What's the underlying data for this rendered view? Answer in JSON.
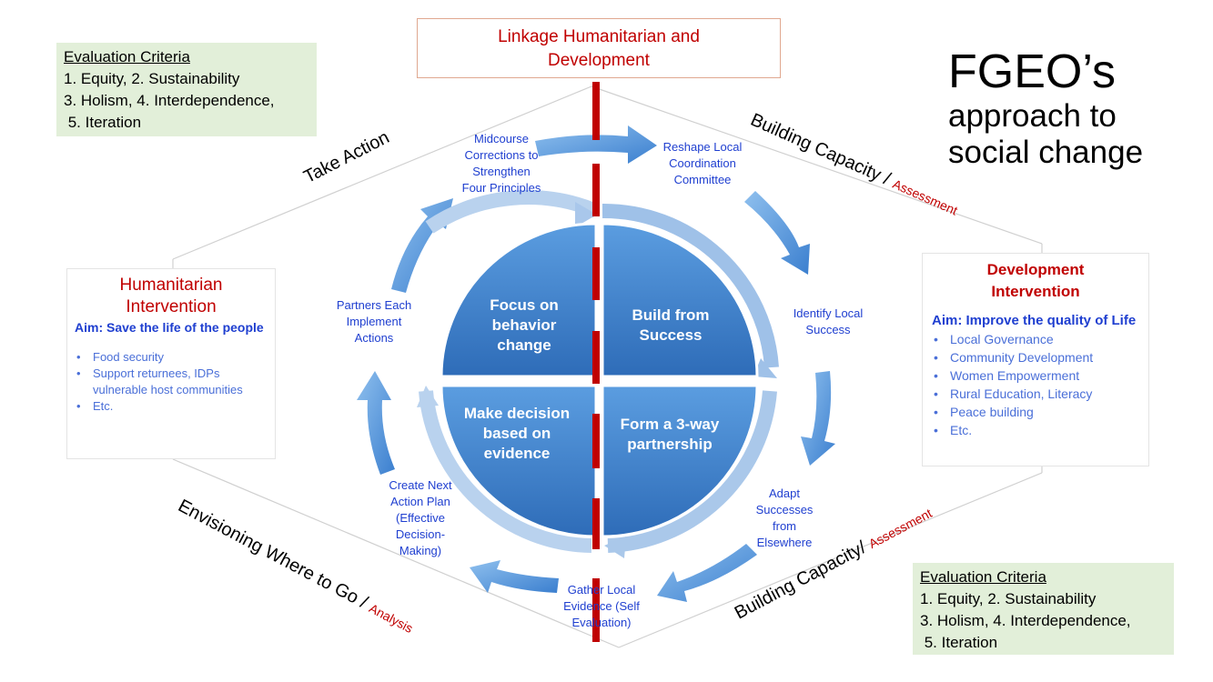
{
  "title": {
    "line1": "FGEO’s",
    "line2": "approach to",
    "line3": "social change"
  },
  "linkage": {
    "line1": "Linkage Humanitarian and",
    "line2": "Development"
  },
  "criteria_top": {
    "title": "Evaluation Criteria",
    "line1": "1. Equity, 2. Sustainability",
    "line2": "3. Holism, 4. Interdependence,",
    "line3": " 5. Iteration"
  },
  "criteria_bottom": {
    "title": "Evaluation Criteria",
    "line1": "1. Equity, 2. Sustainability",
    "line2": "3. Holism, 4. Interdependence,",
    "line3": " 5. Iteration"
  },
  "humanitarian": {
    "title1": "Humanitarian",
    "title2": "Intervention",
    "aim": "Aim:  Save the life of the people",
    "items": [
      "Food security",
      "Support returnees, IDPs vulnerable host communities",
      "Etc."
    ]
  },
  "development": {
    "title1": "Development",
    "title2": "Intervention",
    "aim": "Aim:  Improve the quality of Life",
    "items": [
      "Local Governance",
      "Community Development",
      "Women Empowerment",
      "Rural Education, Literacy",
      "Peace building",
      "Etc."
    ]
  },
  "sides": {
    "take_action": "Take Action",
    "building_capacity_top": "Building Capacity /",
    "assessment_top": "Assessment",
    "building_capacity_bottom": "Building Capacity/",
    "assessment_bottom": "Assessment",
    "envisioning": "Envisioning Where to Go /",
    "analysis": "Analysis"
  },
  "cycle_steps": {
    "midcourse": [
      "Midcourse",
      "Corrections to",
      "Strengthen",
      "Four Principles"
    ],
    "reshape": [
      "Reshape Local",
      "Coordination",
      "Committee"
    ],
    "identify": [
      "Identify Local",
      "Success"
    ],
    "adapt": [
      "Adapt",
      "Successes",
      "from",
      "Elsewhere"
    ],
    "gather": [
      "Gather Local",
      "Evidence (Self",
      "Evaluation)"
    ],
    "create": [
      "Create Next",
      "Action Plan",
      "(Effective",
      "Decision-",
      "Making)"
    ],
    "partners": [
      "Partners Each",
      "Implement",
      "Actions"
    ]
  },
  "quadrants": {
    "focus": [
      "Focus on",
      "behavior",
      "change"
    ],
    "build": [
      "Build from",
      "Success"
    ],
    "decision": [
      "Make decision",
      "based on",
      "evidence"
    ],
    "partnership": [
      "Form a 3-way",
      "partnership"
    ]
  },
  "colors": {
    "accent_red": "#c00000",
    "step_blue": "#1f3fd0",
    "quad_blue": "#3a7bc8",
    "arrow_blue": "#4a90d9",
    "divider_red": "#c00000",
    "criteria_bg": "#e2efd9"
  }
}
